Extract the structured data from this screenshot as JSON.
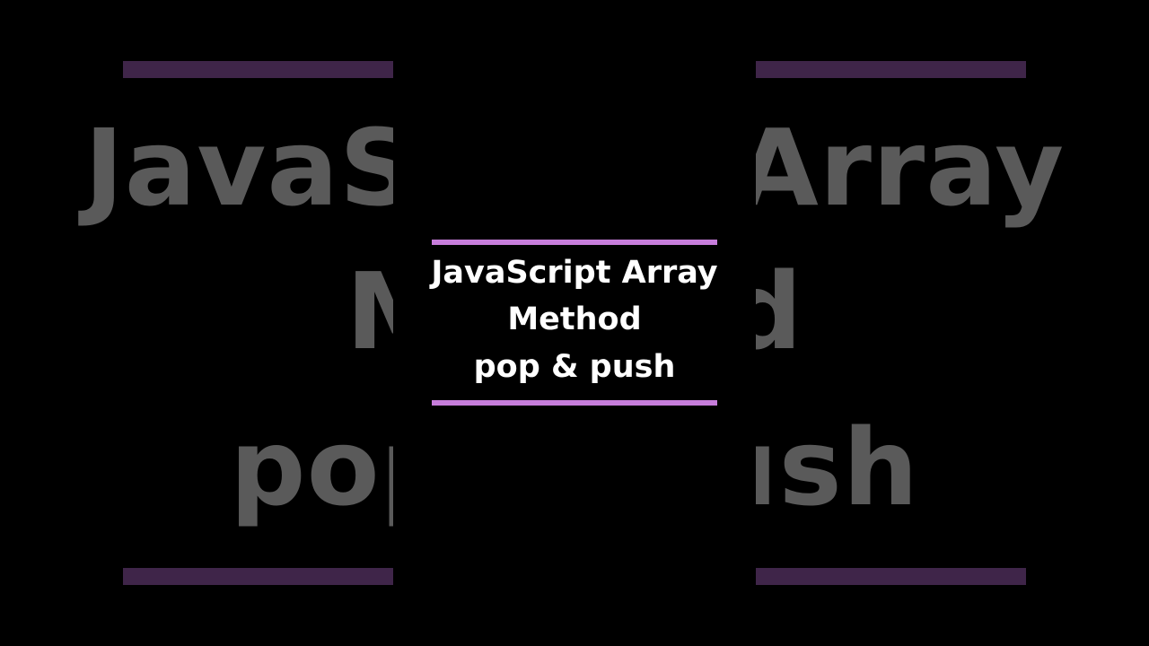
{
  "title": {
    "line1": "JavaScript Array",
    "line2": "Method",
    "line3": "pop & push"
  },
  "colors": {
    "background": "#000000",
    "accent": "#c77ddb",
    "accent_dim": "#3f2549",
    "text": "#ffffff",
    "text_dim": "#5a5a5a"
  }
}
